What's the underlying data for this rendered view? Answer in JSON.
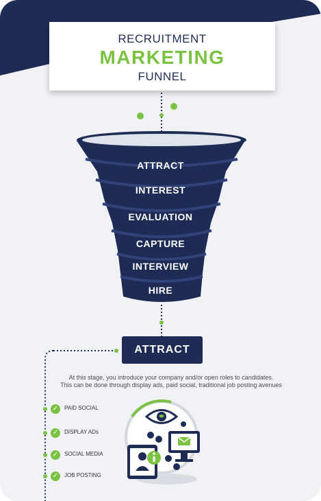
{
  "title": {
    "line1": "RECRUITMENT",
    "line2": "MARKETING",
    "line3": "FUNNEL"
  },
  "funnel": {
    "stages": [
      "ATTRACT",
      "INTEREST",
      "EVALUATION",
      "CAPTURE",
      "INTERVIEW",
      "HIRE"
    ]
  },
  "detail": {
    "heading": "ATTRACT",
    "description_line1": "At this stage, you introduce your company and/or open roles to candidates.",
    "description_line2": "This can be done through display ads, paid social, traditional job posting avenues",
    "channels": [
      "PAID SOCIAL",
      "DISPLAY ADs",
      "SOCIAL MEDIA",
      "JOB POSTING"
    ]
  },
  "colors": {
    "navy": "#1e2c55",
    "green": "#7cc242",
    "background": "#f1f2f5"
  }
}
